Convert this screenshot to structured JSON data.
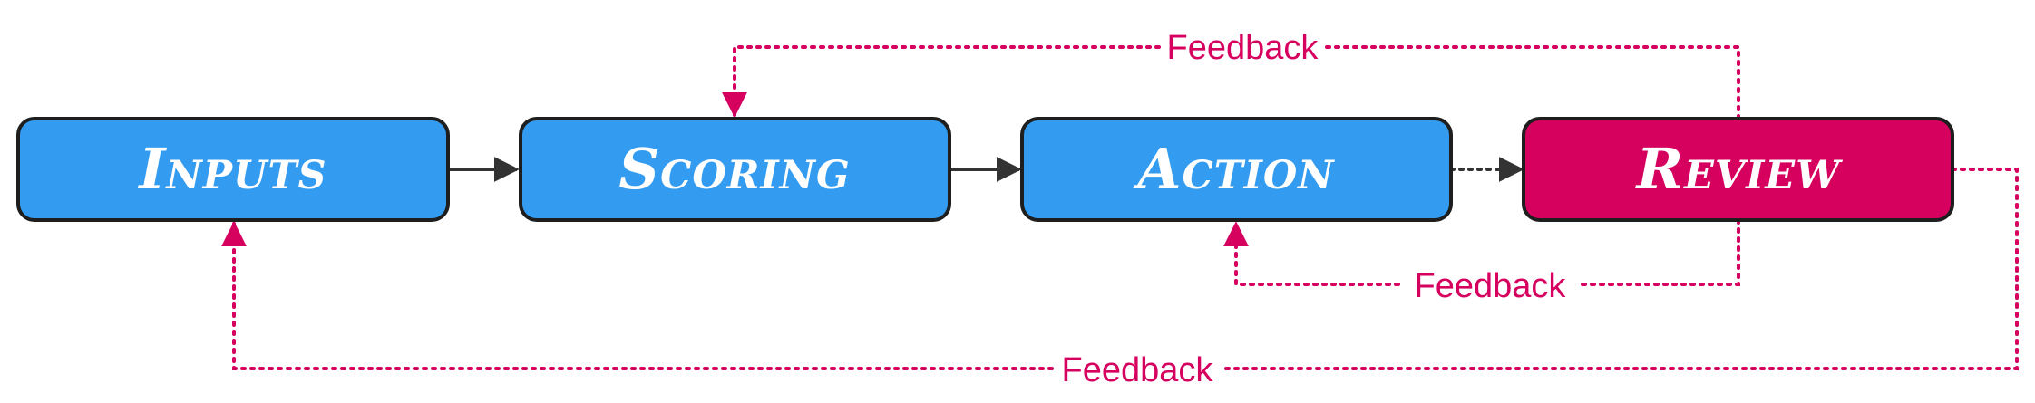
{
  "diagram": {
    "nodes": [
      {
        "id": "inputs",
        "label": "Inputs",
        "color": "#339cf0"
      },
      {
        "id": "scoring",
        "label": "Scoring",
        "color": "#339cf0"
      },
      {
        "id": "action",
        "label": "Action",
        "color": "#339cf0"
      },
      {
        "id": "review",
        "label": "Review",
        "color": "#d6005f"
      }
    ],
    "edges": [
      {
        "from": "inputs",
        "to": "scoring",
        "style": "solid"
      },
      {
        "from": "scoring",
        "to": "action",
        "style": "solid"
      },
      {
        "from": "action",
        "to": "review",
        "style": "dotted"
      }
    ],
    "feedback_loops": [
      {
        "from": "review",
        "to": "scoring",
        "label": "Feedback"
      },
      {
        "from": "review",
        "to": "action",
        "label": "Feedback"
      },
      {
        "from": "review",
        "to": "inputs",
        "label": "Feedback"
      }
    ],
    "colors": {
      "process": "#339cf0",
      "review": "#d6005f",
      "feedback": "#d6005f",
      "border": "#1e1e1e",
      "arrow": "#333333"
    }
  }
}
